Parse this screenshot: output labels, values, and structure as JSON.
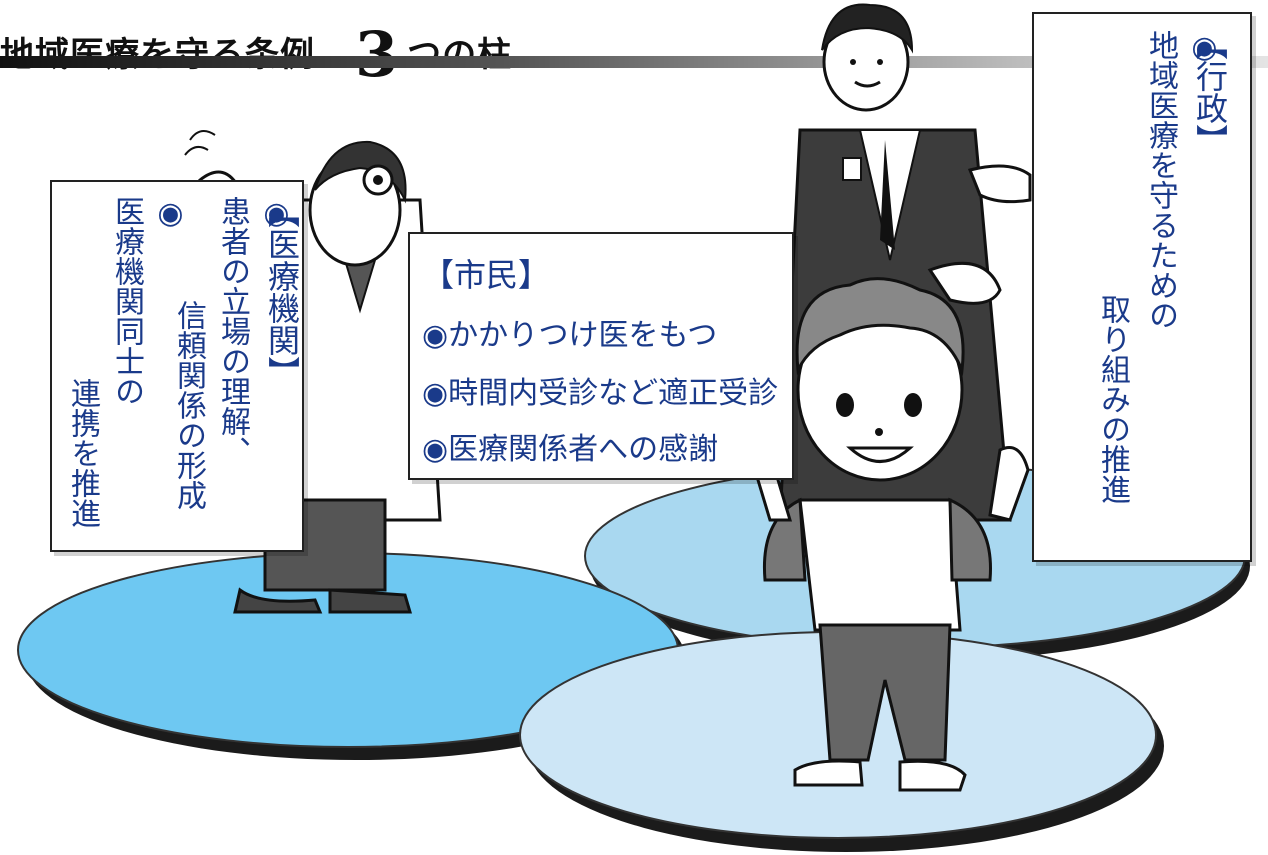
{
  "header": {
    "title_prefix": "地域医療を守る条例",
    "number": "3",
    "title_suffix": "つの柱"
  },
  "colors": {
    "text_blue": "#1a3a8a",
    "disc_left": "#6ec8f2",
    "disc_right_back": "#a9d8f0",
    "disc_front": "#cde6f6"
  },
  "panels": {
    "medical": {
      "heading": "【医療機関】",
      "bullet": "◉",
      "item1_line1": "患者の立場の理解、",
      "item1_line2": "信頼関係の形成",
      "item2_line1": "医療機関同士の",
      "item2_line2": "連携を推進"
    },
    "citizen": {
      "heading": "【市民】",
      "items": [
        "◉かかりつけ医をもつ",
        "◉時間内受診など適正受診",
        "◉医療関係者への感謝"
      ]
    },
    "admin": {
      "heading": "【行政】",
      "bullet": "◉",
      "line1": "地域医療を守るための",
      "line2": "取り組みの推進"
    }
  },
  "icons": {
    "doctor": "doctor-figure-icon",
    "official": "official-figure-icon",
    "child": "child-figure-icon"
  }
}
